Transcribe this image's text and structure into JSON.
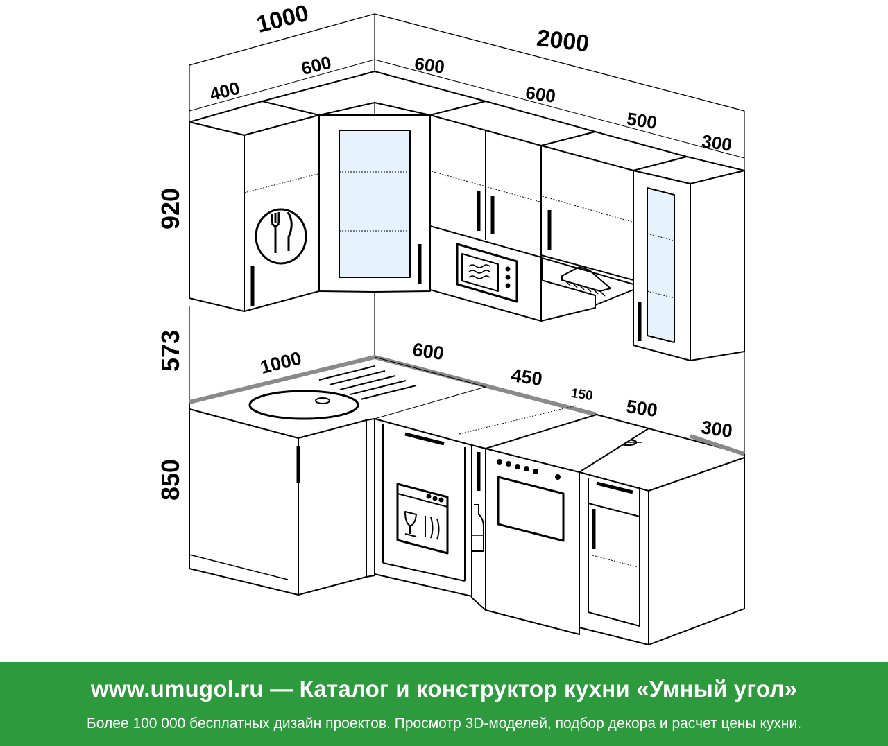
{
  "dimensions": {
    "top_left_total": "1000",
    "top_right_total": "2000",
    "upper_400": "400",
    "upper_left_600": "600",
    "upper_mid_600": "600",
    "upper_right_600": "600",
    "upper_500": "500",
    "upper_300": "300",
    "height_upper": "920",
    "height_gap": "573",
    "height_lower": "850",
    "counter_1000": "1000",
    "counter_600": "600",
    "counter_450": "450",
    "counter_150": "150",
    "counter_500": "500",
    "counter_300": "300"
  },
  "footer": {
    "site": "www.umugol.ru",
    "dash": " — ",
    "catalog": "Каталог и конструктор кухни «Умный угол»",
    "description": "Более 100 000 бесплатных дизайн проектов. Просмотр 3D-моделей, подбор декора и расчет цены кухни."
  },
  "colors": {
    "footer_bg": "#2e9a3e",
    "glass": "#e6f2fc",
    "countertop_edge": "#8a8a8a"
  }
}
